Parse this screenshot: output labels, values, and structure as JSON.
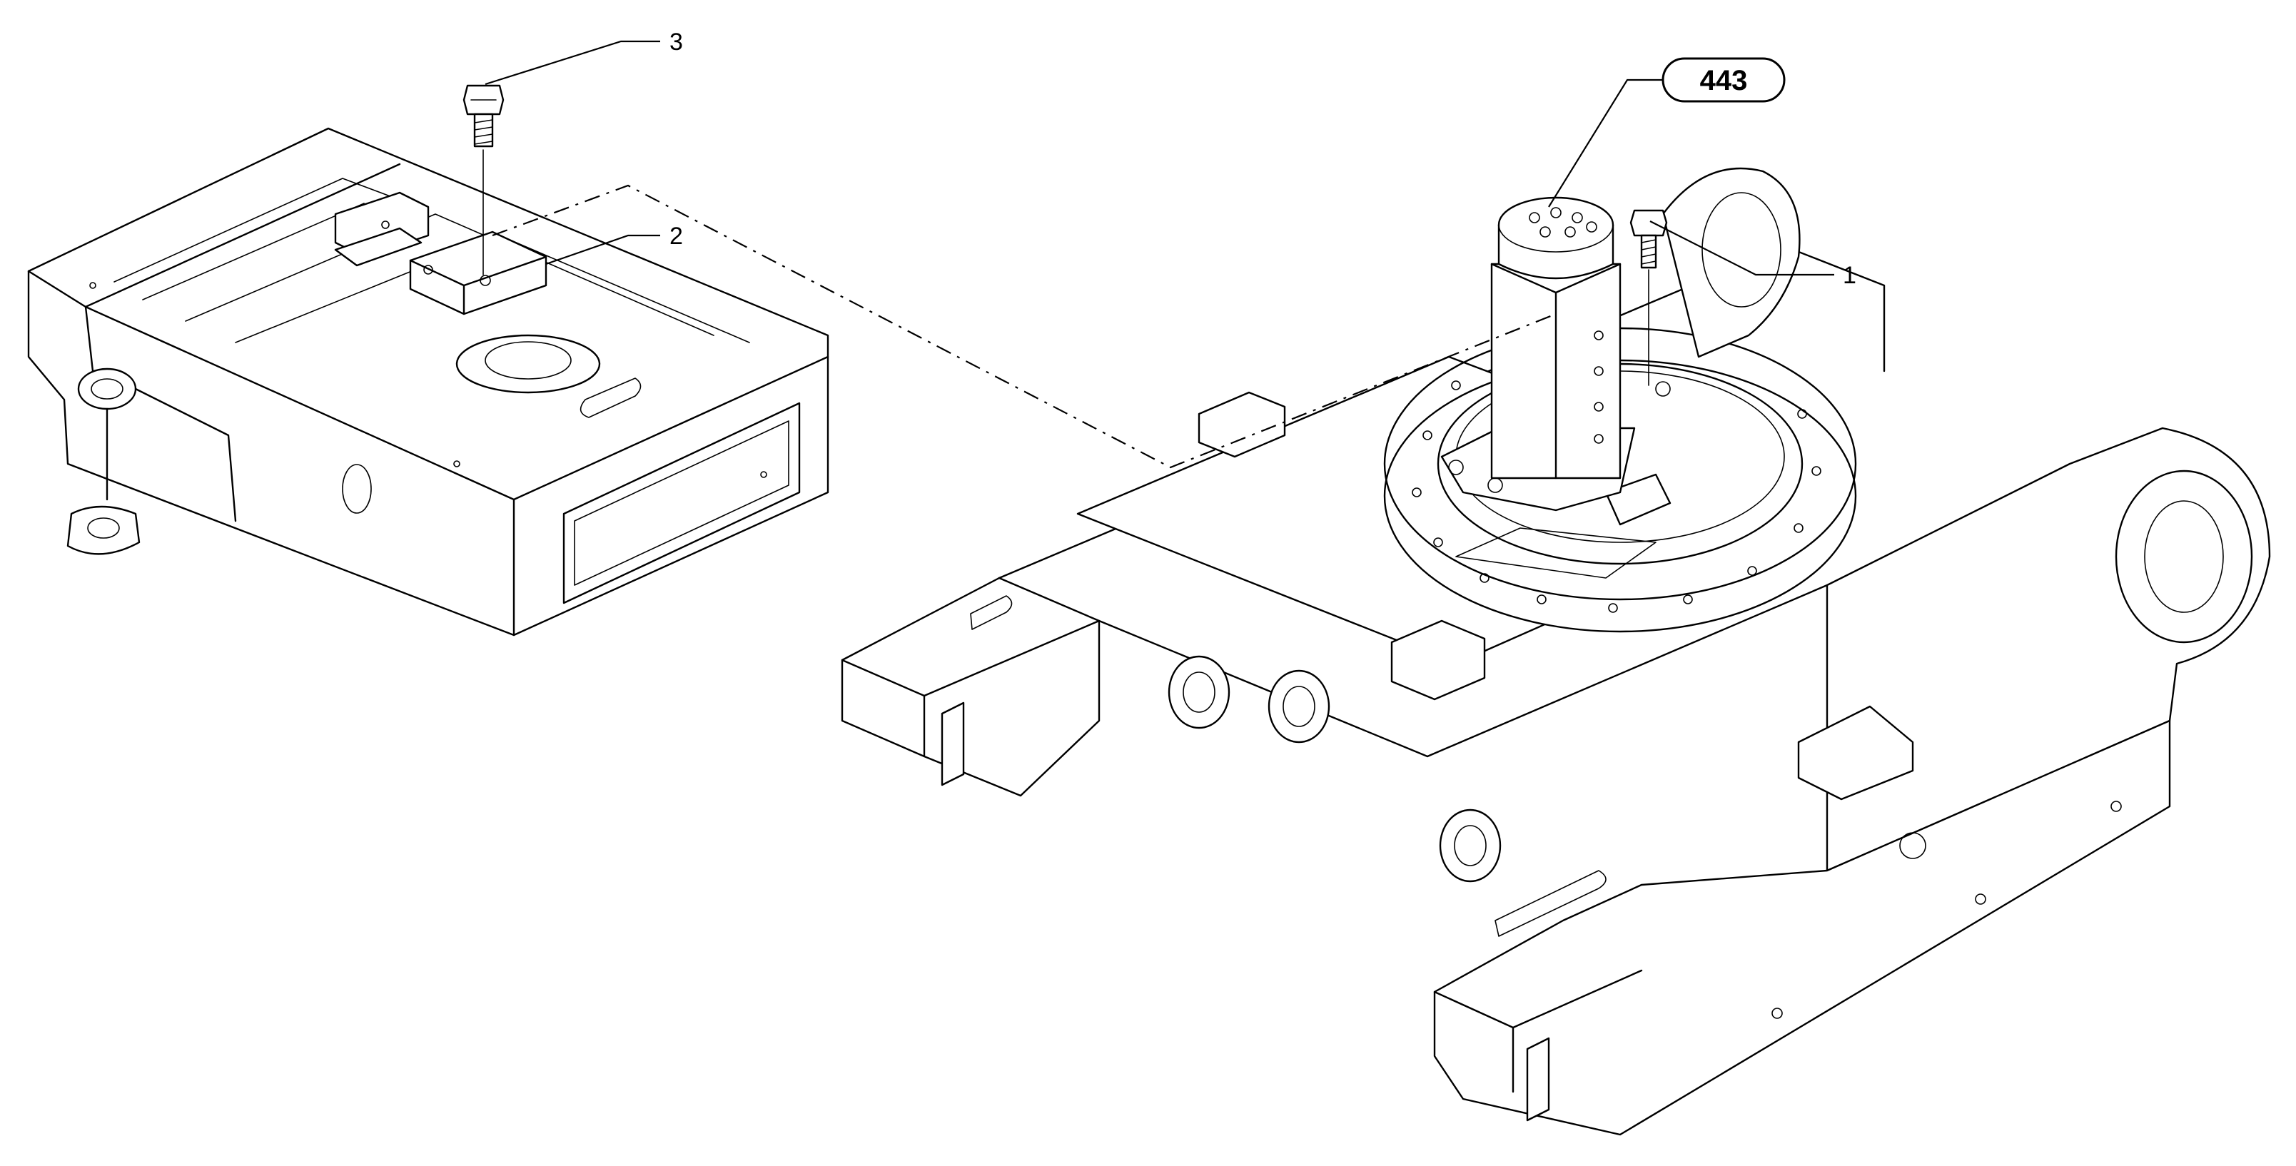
{
  "diagram": {
    "group_badge": "443",
    "callouts": [
      {
        "id": "1",
        "label": "1"
      },
      {
        "id": "2",
        "label": "2"
      },
      {
        "id": "3",
        "label": "3"
      }
    ]
  }
}
